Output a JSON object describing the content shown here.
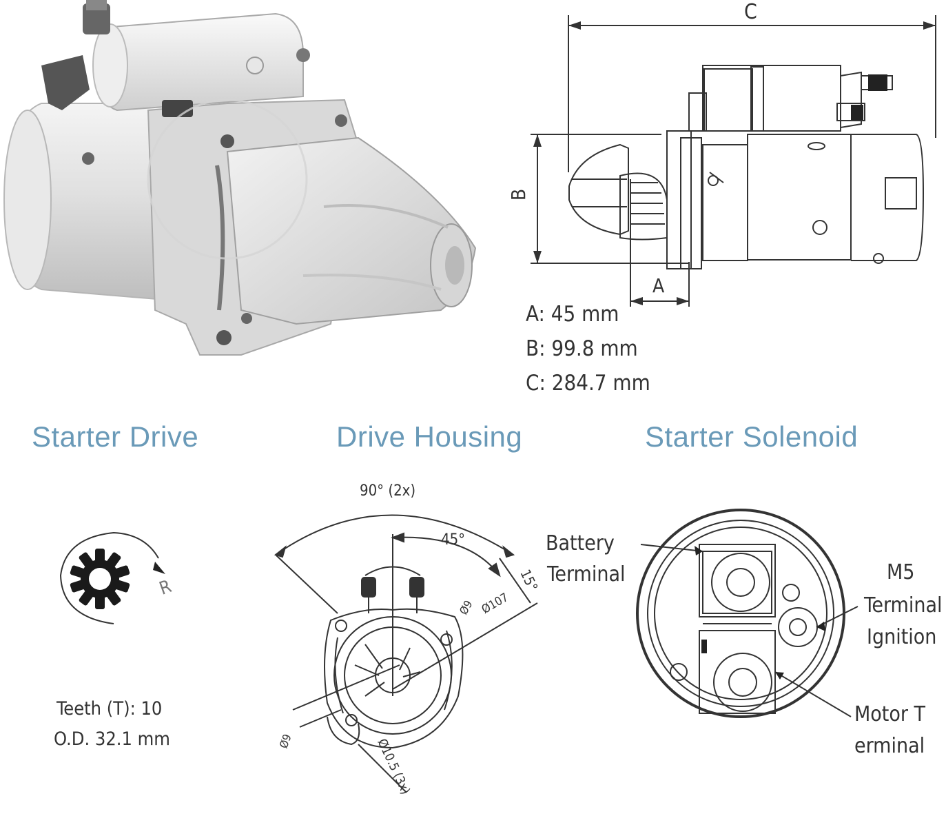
{
  "dimensions": {
    "a_letter": "A",
    "b_letter": "B",
    "c_letter": "C",
    "a": "A: 45 mm",
    "b": "B: 99.8 mm",
    "c": "C: 284.7 mm"
  },
  "sections": {
    "starter_drive": {
      "title": "Starter Drive",
      "rotation": "R",
      "teeth": "Teeth (T):  10",
      "od": "O.D. 32.1 mm"
    },
    "drive_housing": {
      "title": "Drive Housing",
      "angle_total": "90° (2x)",
      "angle_half": "45°",
      "angle_small": "15°",
      "bolt_circle": "Ø107",
      "dim_small": "Ø9",
      "dim_side": "Ø9",
      "hole": "Ø10.5 (3x)"
    },
    "starter_solenoid": {
      "title": "Starter Solenoid",
      "battery_line1": "Battery",
      "battery_line2": "Terminal",
      "m5_line1": "M5",
      "m5_line2": "Terminal",
      "m5_line3": "Ignition",
      "motor_line1": "Motor T",
      "motor_line2": "erminal"
    }
  },
  "colors": {
    "title_blue": "#6a9ab8",
    "line": "#333333"
  }
}
